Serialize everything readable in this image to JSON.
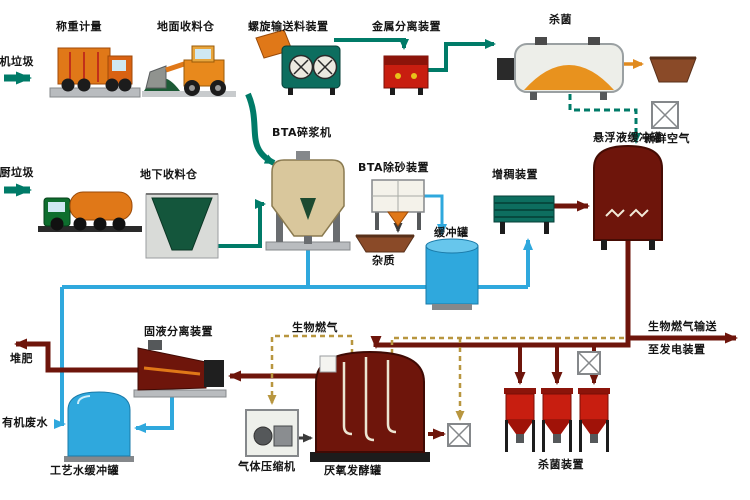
{
  "labels": {
    "organic_waste": "有机垃圾",
    "weighing": "称重计量",
    "ground_bin": "地面收料仓",
    "screw_feeder": "螺旋输送料装置",
    "metal_separator": "金属分离装置",
    "sterilizer": "杀菌",
    "fresh_air": "新鲜空气",
    "suspension_tank": "悬浮液缓冲罐",
    "food_waste": "餐厨垃圾",
    "underground_bin": "地下收料仓",
    "pulper": "BTA碎浆机",
    "grit_removal": "BTA除砂装置",
    "impurities": "杂质",
    "thickener": "增稠装置",
    "buffer_tank": "缓冲罐",
    "compost": "堆肥",
    "separator": "固液分离装置",
    "organic_wastewater": "有机废水",
    "process_water_tank": "工艺水缓冲罐",
    "biogas": "生物燃气",
    "gas_compressor": "气体压缩机",
    "digester": "厌氧发酵罐",
    "sterilization_units": "杀菌装置",
    "biogas_export_line1": "生物燃气输送",
    "biogas_export_line2": "至发电装置"
  },
  "colors": {
    "flow_solid_waste": "#007b68",
    "flow_liquid": "#2fa8dd",
    "flow_slurry": "#6e150b",
    "flow_residue": "#e08a1e",
    "flow_gas_dashed": "#b8963f"
  }
}
